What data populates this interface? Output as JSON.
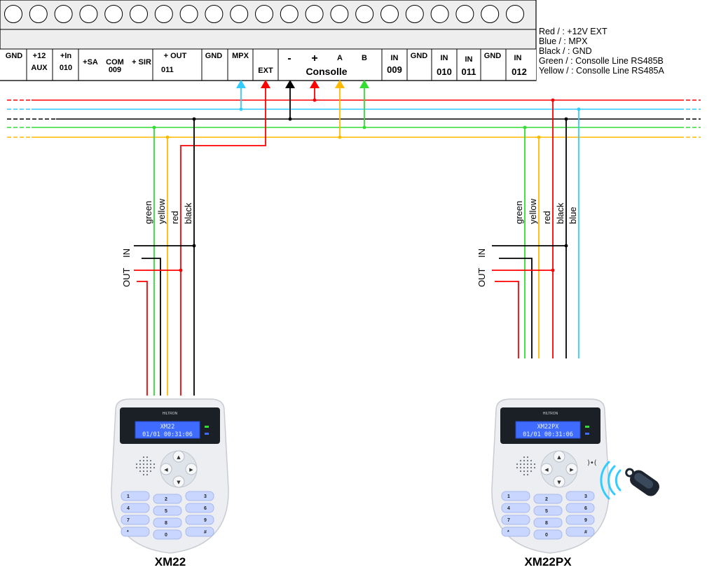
{
  "colors": {
    "red": "#ff0000",
    "blue": "#33ccff",
    "black": "#000000",
    "green": "#33dd33",
    "yellow": "#ffbb00"
  },
  "terminal": {
    "cells": [
      {
        "top": "GND",
        "bottom": ""
      },
      {
        "top": "+12",
        "bottom": "AUX"
      },
      {
        "top": "+In",
        "bottom": "010"
      },
      {
        "top": "+SA",
        "bottom": ""
      },
      {
        "top": "COM",
        "bottom": "009"
      },
      {
        "top": "+ SIR",
        "bottom": ""
      },
      {
        "top": "+ OUT",
        "bottom": "011"
      },
      {
        "top": "GND",
        "bottom": ""
      },
      {
        "top": "MPX",
        "bottom": ""
      },
      {
        "top": "",
        "bottom": "EXT"
      },
      {
        "top": "-",
        "bottom": ""
      },
      {
        "top": "+",
        "bottom": ""
      },
      {
        "top": "A",
        "bottom": ""
      },
      {
        "top": "B",
        "bottom": ""
      },
      {
        "top": "Consolle",
        "bottom": ""
      },
      {
        "top": "IN",
        "bottom": "009"
      },
      {
        "top": "GND",
        "bottom": ""
      },
      {
        "top": "IN",
        "bottom": "010"
      },
      {
        "top": "IN",
        "bottom": "011"
      },
      {
        "top": "GND",
        "bottom": ""
      },
      {
        "top": "IN",
        "bottom": "012"
      }
    ]
  },
  "legend": [
    "Red / : +12V EXT",
    "Blue / : MPX",
    "Black / : GND",
    "Green / : Consolle Line RS485B",
    "Yellow / : Consolle Line RS485A"
  ],
  "wire_labels": {
    "green": "green",
    "yellow": "yellow",
    "red": "red",
    "black": "black",
    "blue": "blue"
  },
  "io_labels": {
    "in": "IN",
    "out": "OUT"
  },
  "keypads": [
    {
      "model": "XM22",
      "display_line1": "XM22",
      "display_line2": "01/01   00:31:06",
      "brand": "HILTRON"
    },
    {
      "model": "XM22PX",
      "display_line1": "XM22PX",
      "display_line2": "01/01   00:31:06",
      "brand": "HILTRON"
    }
  ],
  "keys": [
    "1",
    "2",
    "3",
    "4",
    "5",
    "6",
    "7",
    "8",
    "9",
    "*",
    "0",
    "#"
  ]
}
